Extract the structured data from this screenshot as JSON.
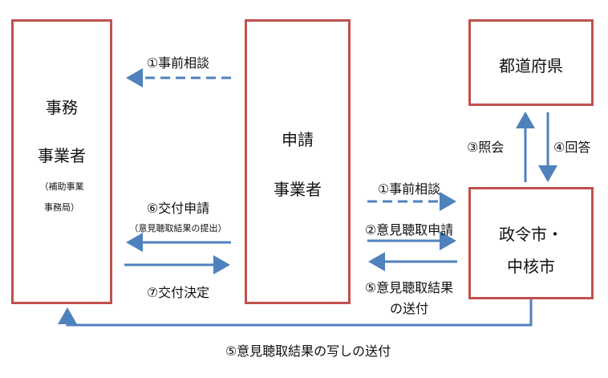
{
  "colors": {
    "box_border": "#c0504d",
    "arrow": "#4f81bd",
    "text": "#111111"
  },
  "boxes": {
    "office": {
      "line1": "事務",
      "line2": "事業者",
      "sub1": "（補助事業",
      "sub2": "事務局）"
    },
    "applicant": {
      "line1": "申請",
      "line2": "事業者"
    },
    "prefecture": {
      "label": "都道府県"
    },
    "city": {
      "line1": "政令市・",
      "line2": "中核市"
    }
  },
  "labels": {
    "prior_consult_left": "①事前相談",
    "prior_consult_right": "①事前相談",
    "opinion_request": "②意見聴取申請",
    "inquiry": "③照会",
    "reply": "④回答",
    "opinion_result_line1": "⑤意見聴取結果",
    "opinion_result_line2": "の送付",
    "opinion_result_copy": "⑤意見聴取結果の写しの送付",
    "grant_application": "⑥交付申請",
    "grant_application_note": "（意見聴取結果の提出）",
    "grant_decision": "⑦交付決定"
  }
}
